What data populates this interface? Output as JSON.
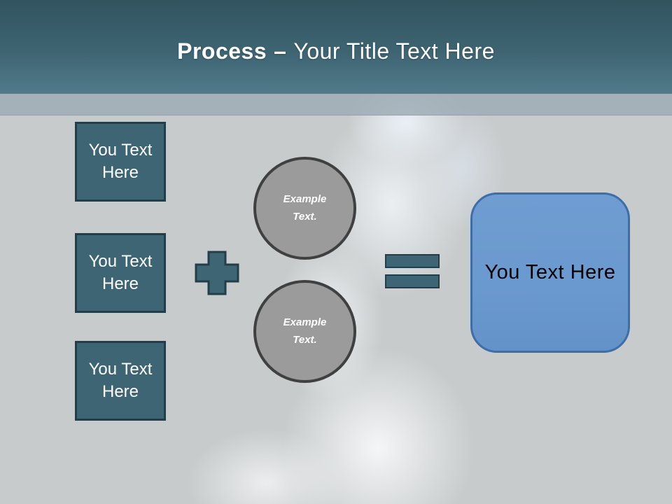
{
  "slide": {
    "title": {
      "bold": "Process",
      "separator": "–",
      "regular": "Your Title Text Here"
    }
  },
  "diagram": {
    "left_boxes": [
      {
        "label": "You Text Here"
      },
      {
        "label": "You Text Here"
      },
      {
        "label": "You Text Here"
      }
    ],
    "plus_icon": "plus",
    "circles": [
      {
        "label": "Example Text."
      },
      {
        "label": "Example Text."
      }
    ],
    "equals_icon": "equals",
    "result_box": {
      "label": "You Text Here"
    }
  },
  "colors": {
    "canvas_bg": "#c8cbcc",
    "header_top": "#31545f",
    "header_bottom": "#517b8b",
    "subband": "#9eabb4",
    "teal_fill": "#3d6574",
    "teal_border": "#223e4a",
    "circle_fill": "#9b9b9b",
    "circle_border": "#404040",
    "blue_fill": "#6a99cf",
    "blue_border": "#3e6ea8",
    "title_text": "#ffffff",
    "box_text": "#ffffff",
    "circle_text": "#ffffff",
    "result_text": "#000000"
  }
}
